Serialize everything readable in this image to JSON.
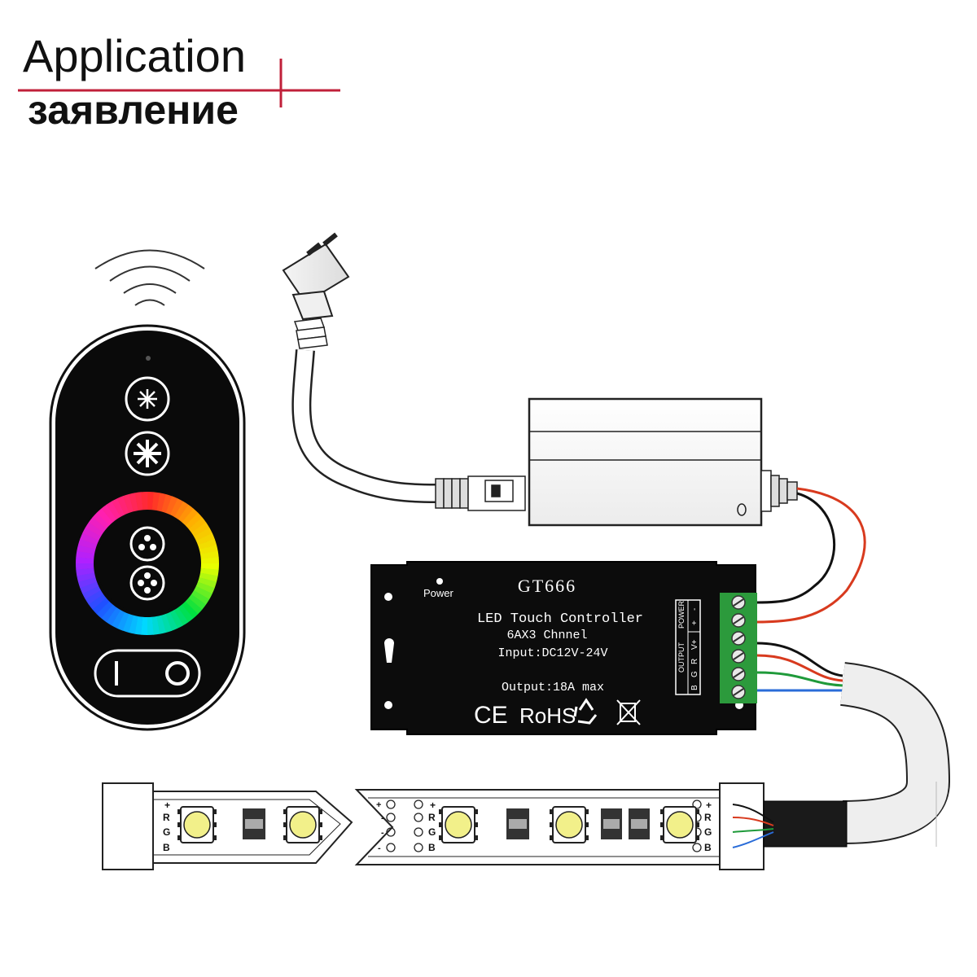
{
  "header": {
    "title_en": "Application",
    "title_ru": "заявление",
    "rule_color": "#c0203a"
  },
  "remote": {
    "body_color": "#0a0a0a",
    "ring_colors": [
      "#ff2a2a",
      "#ffb000",
      "#e8ff00",
      "#00e040",
      "#00d8ff",
      "#2050ff",
      "#b020ff",
      "#ff20b0"
    ],
    "buttons": [
      "brightness-low-icon",
      "brightness-high-icon",
      "mode-3-dot-icon",
      "mode-4-dot-icon",
      "power-switch"
    ]
  },
  "controller": {
    "model": "GT666",
    "power_indicator_label": "Power",
    "product_line": "LED Touch Controller",
    "channels": "6AX3 Chnnel",
    "input_spec": "Input:DC12V-24V",
    "output_spec": "Output:18A max",
    "marks": [
      "CE",
      "RoHS"
    ],
    "terminal_group_output": "OUTPUT",
    "terminal_group_power": "POWER",
    "terminal_labels": [
      "-",
      "+",
      "V+",
      "R",
      "G",
      "B"
    ]
  },
  "strip_left": {
    "pins": [
      "+",
      "R",
      "G",
      "B"
    ]
  },
  "strip_right": {
    "cut_pins": [
      "+",
      "-",
      "-",
      "-"
    ],
    "pins_a": [
      "+",
      "R",
      "G",
      "B"
    ],
    "pins_b": [
      "+",
      "R",
      "G",
      "B"
    ]
  },
  "wire_colors": {
    "red": "#d83a1e",
    "green": "#1f9a3a",
    "blue": "#2a6cd8",
    "black": "#111111",
    "terminal_block": "#2c9a3c",
    "led": "#f2f08a"
  }
}
